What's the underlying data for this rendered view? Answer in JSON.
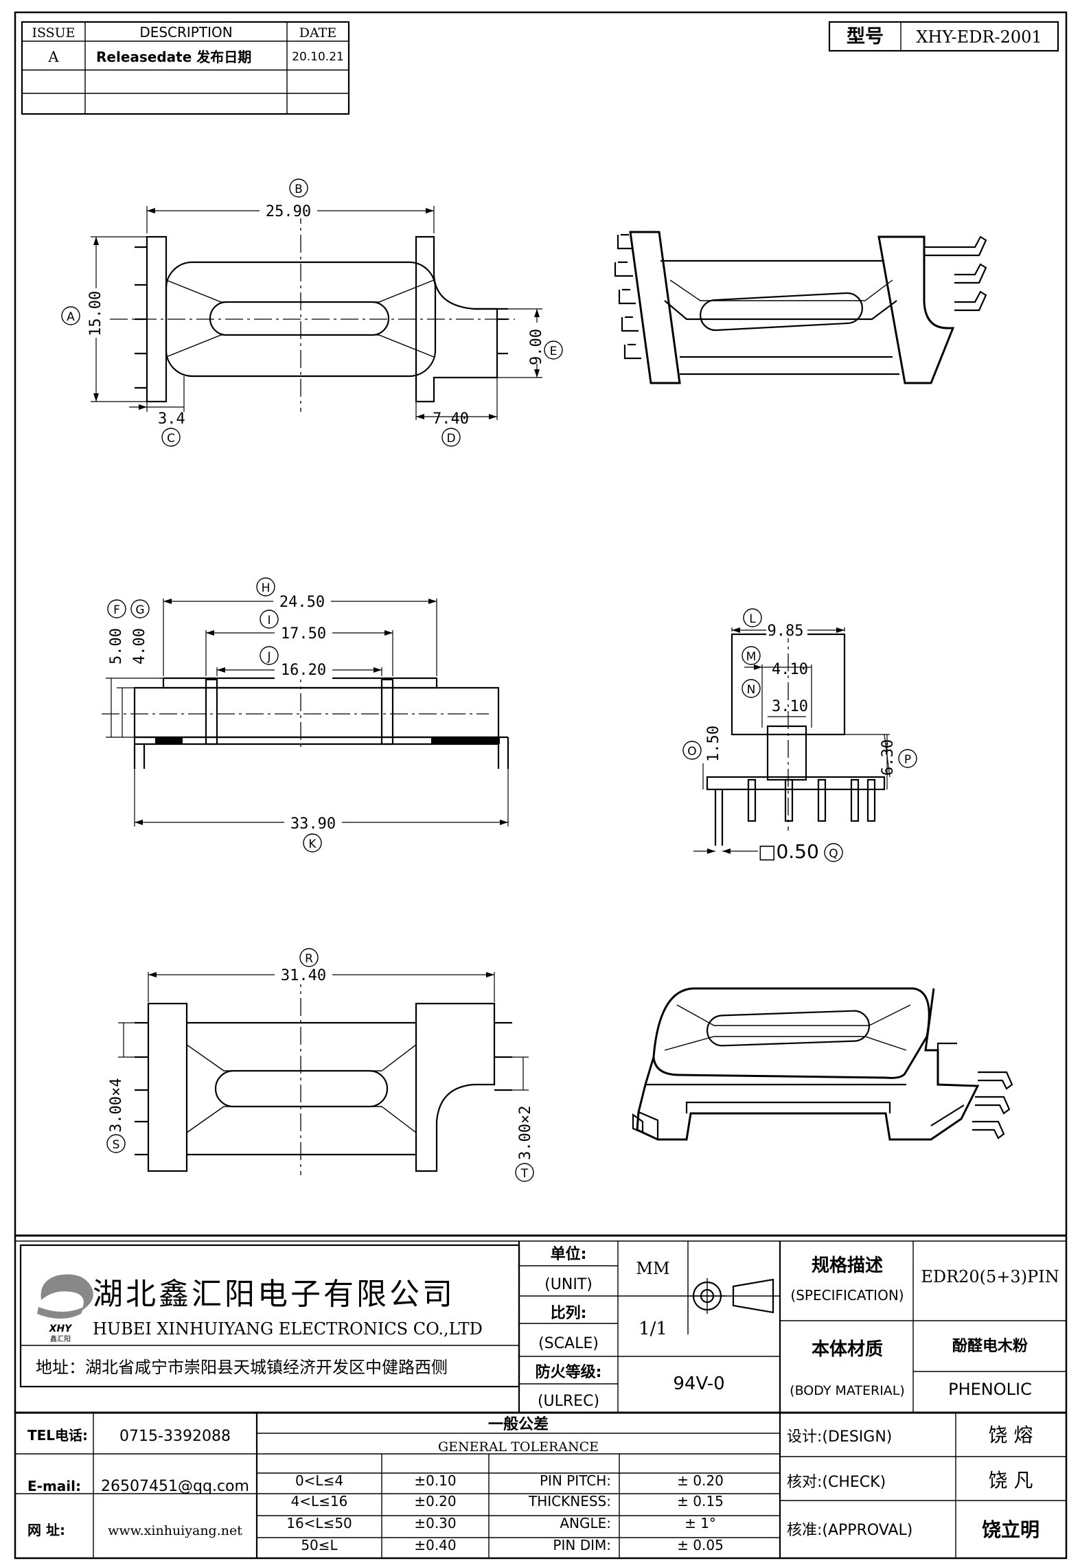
{
  "revision_table": {
    "headers": {
      "issue": "ISSUE",
      "description": "DESCRIPTION",
      "date": "DATE"
    },
    "rows": [
      {
        "issue": "A",
        "description": "Releasedate 发布日期",
        "date": "20.10.21"
      }
    ]
  },
  "model": {
    "label": "型号",
    "value": "XHY-EDR-2001"
  },
  "dimensions": {
    "A": "15.00",
    "B": "25.90",
    "C": "3.4",
    "D": "7.40",
    "E": "9.00",
    "F": "5.00",
    "G": "4.00",
    "H": "24.50",
    "I": "17.50",
    "J": "16.20",
    "K": "33.90",
    "L": "9.85",
    "M": "4.10",
    "N": "3.10",
    "O": "1.50",
    "P": "6.30",
    "Q": "□0.50",
    "R": "31.40",
    "S": "3.00×4",
    "T": "3.00×2"
  },
  "title_block": {
    "company_cn": "湖北鑫汇阳电子有限公司",
    "company_en": "HUBEI XINHUIYANG ELECTRONICS CO.,LTD",
    "address": "地址：湖北省咸宁市崇阳县天城镇经济开发区中健路西侧",
    "unit_label_cn": "单位:",
    "unit_label_en": "(UNIT)",
    "unit_value": "MM",
    "scale_label_cn": "比列:",
    "scale_label_en": "(SCALE)",
    "scale_value": "1/1",
    "fire_label_cn": "防火等级:",
    "fire_label_en": "(ULREC)",
    "fire_value": "94V-0",
    "spec_label_cn": "规格描述",
    "spec_label_en": "(SPECIFICATION)",
    "spec_value": "EDR20(5+3)PIN",
    "material_label_cn": "本体材质",
    "material_label_en": "(BODY MATERIAL)",
    "material_value_cn": "酚醛电木粉",
    "material_value_en": "PHENOLIC",
    "tel_label": "TEL电话:",
    "tel_value": "0715-3392088",
    "email_label": "E-mail:",
    "email_value": "26507451@qq.com",
    "web_label": "网  址:",
    "web_value": "www.xinhuiyang.net",
    "tolerance_title_cn": "一般公差",
    "tolerance_title_en": "GENERAL TOLERANCE",
    "tolerance_rows": [
      {
        "range": "0<L≤4",
        "tol": "±0.10",
        "param": "PIN PITCH:",
        "val": "± 0.20"
      },
      {
        "range": "4<L≤16",
        "tol": "±0.20",
        "param": "THICKNESS:",
        "val": "± 0.15"
      },
      {
        "range": "16<L≤50",
        "tol": "±0.30",
        "param": "ANGLE:",
        "val": "± 1°"
      },
      {
        "range": "50≤L",
        "tol": "±0.40",
        "param": "PIN DIM:",
        "val": "± 0.05"
      }
    ],
    "design_label": "设计:(DESIGN)",
    "design_value": "饶  熔",
    "check_label": "核对:(CHECK)",
    "check_value": "饶  凡",
    "approval_label": "核准:(APPROVAL)",
    "approval_value": "饶立明"
  },
  "logo": {
    "text": "XHY",
    "sub": "鑫汇阳"
  }
}
